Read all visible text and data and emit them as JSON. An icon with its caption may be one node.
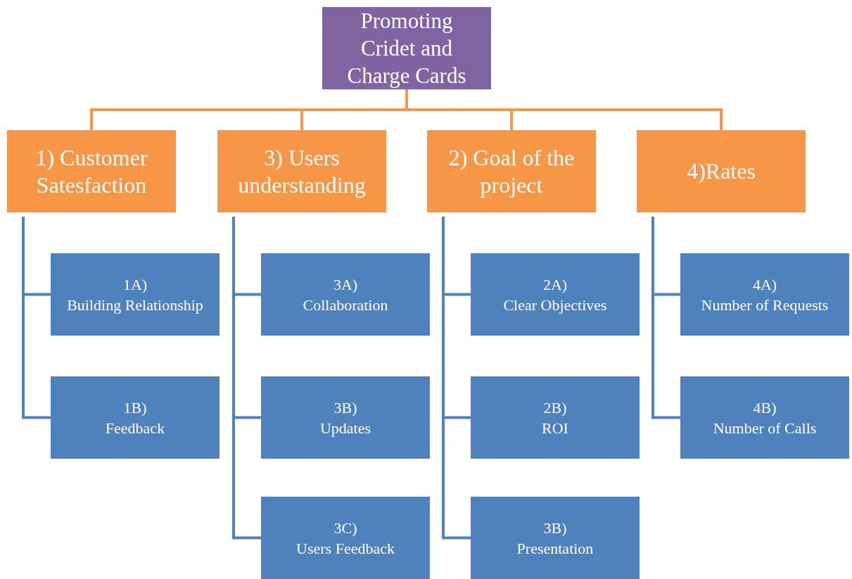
{
  "diagram": {
    "nodes": [
      {
        "text": [
          "Promoting Cridet and Charge Cards"
        ]
      },
      {
        "text": [
          "1) Customer Satesfaction"
        ]
      },
      {
        "text": [
          "3) Users understanding"
        ]
      },
      {
        "text": [
          "2) Goal of the project"
        ]
      },
      {
        "text": [
          "4)Rates"
        ]
      },
      {
        "text": [
          "1A)",
          "Building Relationship"
        ]
      },
      {
        "text": [
          "1B)",
          "Feedback"
        ]
      },
      {
        "text": [
          "3A)",
          "Collaboration"
        ]
      },
      {
        "text": [
          "3B)",
          "Updates"
        ]
      },
      {
        "text": [
          "3C)",
          "Users Feedback"
        ]
      },
      {
        "text": [
          "2A)",
          "Clear Objectives"
        ]
      },
      {
        "text": [
          "2B)",
          "ROI"
        ]
      },
      {
        "text": [
          "3B)",
          "Presentation"
        ]
      },
      {
        "text": [
          "4A)",
          "Number of Requests"
        ]
      },
      {
        "text": [
          "4B)",
          "Number of Calls"
        ]
      }
    ],
    "edges": [
      {
        "from": 0,
        "to": 1,
        "arrow": "none",
        "color": "#f79646"
      },
      {
        "from": 0,
        "to": 2,
        "arrow": "none",
        "color": "#f79646"
      },
      {
        "from": 0,
        "to": 3,
        "arrow": "none",
        "color": "#f79646"
      },
      {
        "from": 0,
        "to": 4,
        "arrow": "none",
        "color": "#f79646"
      },
      {
        "from": 1,
        "to": 5,
        "arrow": "none"
      },
      {
        "from": 1,
        "to": 6,
        "arrow": "none"
      },
      {
        "from": 2,
        "to": 7,
        "arrow": "none"
      },
      {
        "from": 2,
        "to": 8,
        "arrow": "none"
      },
      {
        "from": 2,
        "to": 9,
        "arrow": "none"
      },
      {
        "from": 3,
        "to": 10,
        "arrow": "none"
      },
      {
        "from": 3,
        "to": 11,
        "arrow": "none"
      },
      {
        "from": 3,
        "to": 12,
        "arrow": "none"
      },
      {
        "from": 4,
        "to": 13,
        "arrow": "none"
      },
      {
        "from": 4,
        "to": 14,
        "arrow": "none"
      }
    ]
  }
}
